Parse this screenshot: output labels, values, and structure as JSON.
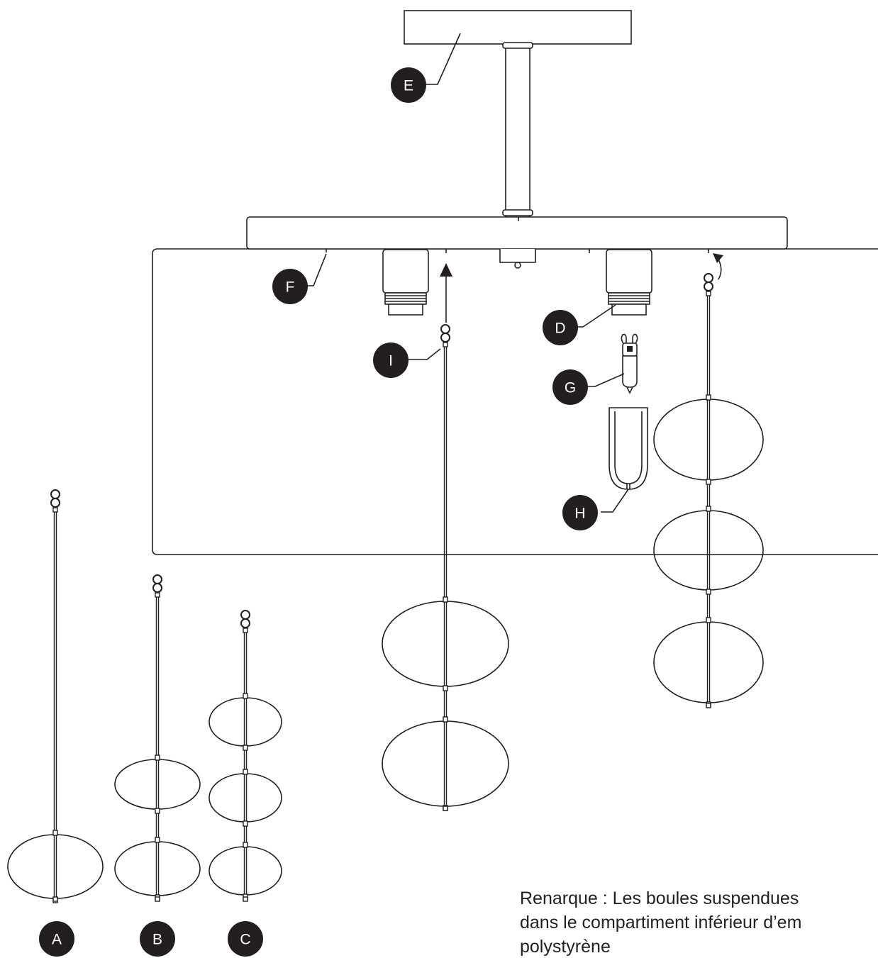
{
  "labels": {
    "a": "A",
    "b": "B",
    "c": "C",
    "d": "D",
    "e": "E",
    "f": "F",
    "g": "G",
    "h": "H",
    "i": "I"
  },
  "note": "Renarque : Les boules suspendues\ndans le compartiment inférieur d’em\npolystyrène",
  "colors": {
    "ink": "#231f20",
    "background": "#ffffff"
  }
}
